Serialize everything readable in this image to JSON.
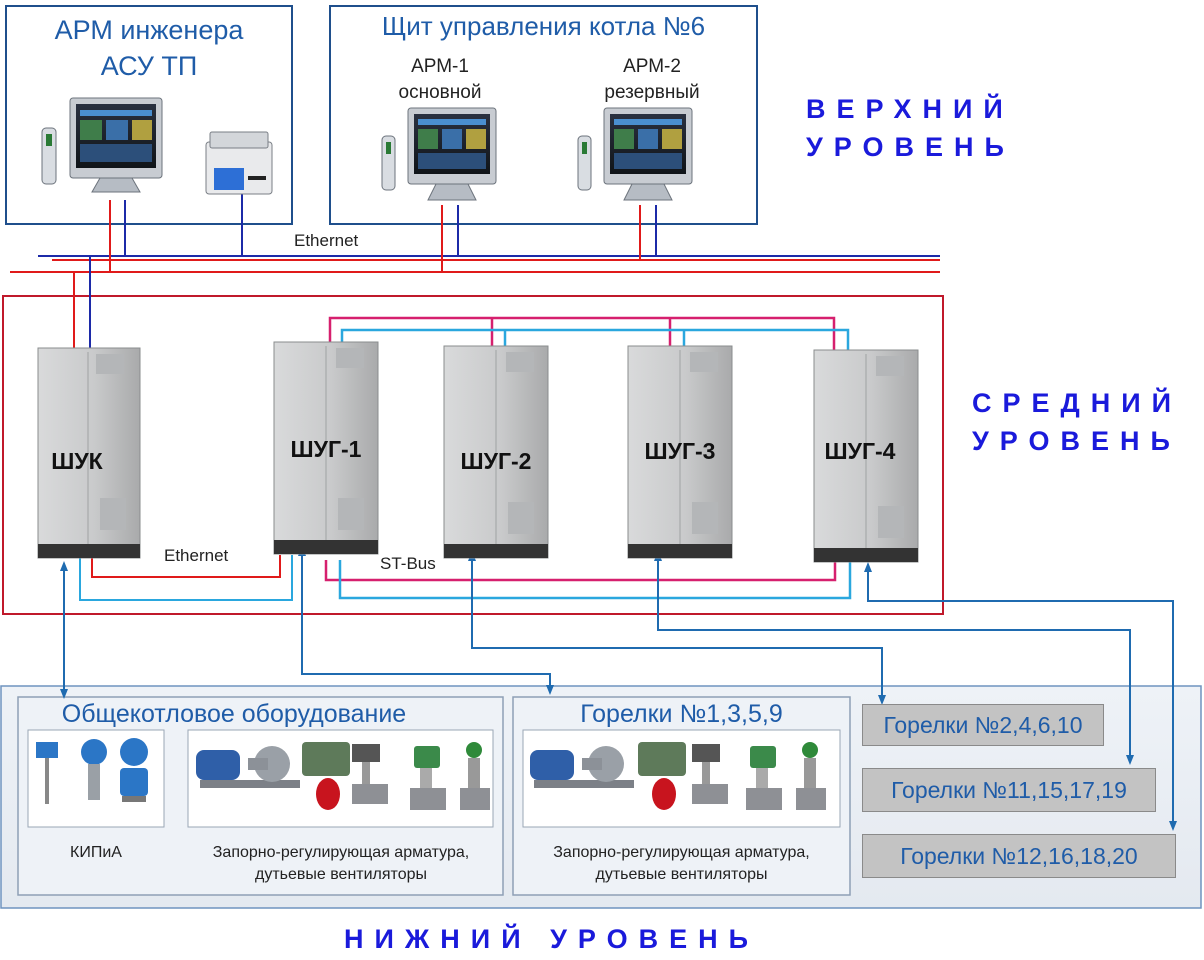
{
  "top_panels": {
    "engineer": {
      "title": "АРМ инженера\nАСУ ТП"
    },
    "boiler": {
      "title": "Щит управления котла №6",
      "arm1": "АРМ-1\nосновной",
      "arm2": "АРМ-2\nрезервный"
    }
  },
  "levels": {
    "upper": "ВЕРХНИЙ\nУРОВЕНЬ",
    "middle": "СРЕДНИЙ\nУРОВЕНЬ",
    "lower": "НИЖНИЙ УРОВЕНЬ"
  },
  "network_labels": {
    "ethernet_top": "Ethernet",
    "ethernet_mid": "Ethernet",
    "stbus": "ST-Bus"
  },
  "cabinets": [
    {
      "label": "ШУК"
    },
    {
      "label": "ШУГ-1"
    },
    {
      "label": "ШУГ-2"
    },
    {
      "label": "ШУГ-3"
    },
    {
      "label": "ШУГ-4"
    }
  ],
  "lower": {
    "common": {
      "title": "Общекотловое оборудование",
      "kip_caption": "КИПиА",
      "valves_caption": "Запорно-регулирующая арматура,\nдутьевые вентиляторы"
    },
    "burners_a": {
      "title": "Горелки №1,3,5,9",
      "caption": "Запорно-регулирующая арматура,\nдутьевые вентиляторы"
    },
    "burner_boxes": [
      {
        "label": "Горелки №2,4,6,10"
      },
      {
        "label": "Горелки №11,15,17,19"
      },
      {
        "label": "Горелки №12,16,18,20"
      }
    ]
  },
  "colors": {
    "panel_border": "#1f4f8c",
    "ethernet_red": "#e01a1a",
    "ethernet_blue": "#1c2aa8",
    "stbus_magenta": "#d6206e",
    "stbus_cyan": "#2aa7de",
    "io_arrow": "#1f6bb0",
    "level_text": "#1a1adb"
  },
  "icons": [
    "monitor-icon",
    "printer-icon",
    "cabinet-icon",
    "sensor-icon",
    "pump-icon",
    "valve-icon"
  ]
}
